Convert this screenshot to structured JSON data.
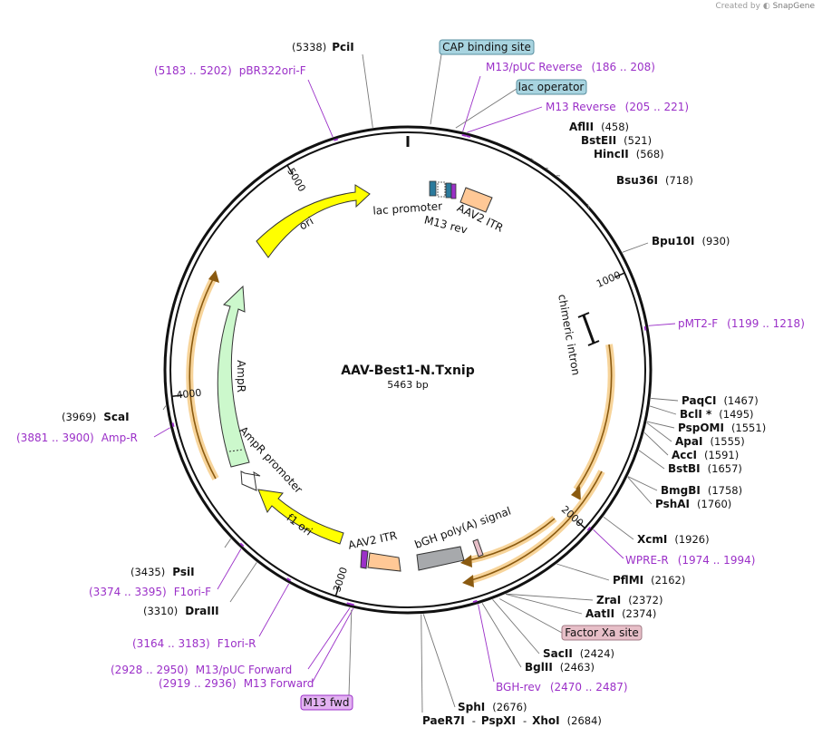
{
  "credit": {
    "prefix": "Created by",
    "brand": "SnapGene"
  },
  "plasmid": {
    "name": "AAV-Best1-N.Txnip",
    "size_label": "5463 bp",
    "length": 5463
  },
  "ticks": [
    {
      "label": "1000",
      "bp": 1000
    },
    {
      "label": "2000",
      "bp": 2000
    },
    {
      "label": "3000",
      "bp": 3000
    },
    {
      "label": "4000",
      "bp": 4000
    },
    {
      "label": "5000",
      "bp": 5000
    }
  ],
  "enzymes": [
    {
      "name": "PciI",
      "pos": "(5338)",
      "side": "left",
      "bp": 5338
    },
    {
      "name": "AflII",
      "pos": "(458)",
      "side": "right",
      "bp": 458
    },
    {
      "name": "BstEII",
      "pos": "(521)",
      "side": "right",
      "bp": 521
    },
    {
      "name": "HincII",
      "pos": "(568)",
      "side": "right",
      "bp": 568
    },
    {
      "name": "Bsu36I",
      "pos": "(718)",
      "side": "right",
      "bp": 718
    },
    {
      "name": "Bpu10I",
      "pos": "(930)",
      "side": "right",
      "bp": 930
    },
    {
      "name": "PaqCI",
      "pos": "(1467)",
      "side": "right",
      "bp": 1467
    },
    {
      "name": "BclI *",
      "pos": "(1495)",
      "side": "right",
      "bp": 1495
    },
    {
      "name": "PspOMI",
      "pos": "(1551)",
      "side": "right",
      "bp": 1551
    },
    {
      "name": "ApaI",
      "pos": "(1555)",
      "side": "right",
      "bp": 1555
    },
    {
      "name": "AccI",
      "pos": "(1591)",
      "side": "right",
      "bp": 1591
    },
    {
      "name": "BstBI",
      "pos": "(1657)",
      "side": "right",
      "bp": 1657
    },
    {
      "name": "BmgBI",
      "pos": "(1758)",
      "side": "right",
      "bp": 1758
    },
    {
      "name": "PshAI",
      "pos": "(1760)",
      "side": "right",
      "bp": 1760
    },
    {
      "name": "XcmI",
      "pos": "(1926)",
      "side": "right",
      "bp": 1926
    },
    {
      "name": "PflMI",
      "pos": "(2162)",
      "side": "right",
      "bp": 2162
    },
    {
      "name": "ZraI",
      "pos": "(2372)",
      "side": "right",
      "bp": 2372
    },
    {
      "name": "AatII",
      "pos": "(2374)",
      "side": "right",
      "bp": 2374
    },
    {
      "name": "SacII",
      "pos": "(2424)",
      "side": "right",
      "bp": 2424
    },
    {
      "name": "BglII",
      "pos": "(2463)",
      "side": "right",
      "bp": 2463
    },
    {
      "name": "SphI",
      "pos": "(2676)",
      "side": "right",
      "bp": 2676
    },
    {
      "name": "PsiI",
      "pos": "(3435)",
      "side": "left",
      "bp": 3435
    },
    {
      "name": "DraIII",
      "pos": "(3310)",
      "side": "left",
      "bp": 3310
    },
    {
      "name": "ScaI",
      "pos": "(3969)",
      "side": "left",
      "bp": 3969
    }
  ],
  "multi_site": {
    "names": [
      "PaeR7I",
      "PspXI",
      "XhoI"
    ],
    "separator": "-",
    "pos": "(2684)",
    "bp": 2684
  },
  "primers": [
    {
      "name": "pBR322ori-F",
      "range": "(5183 .. 5202)",
      "side": "left",
      "bp": 5192
    },
    {
      "name": "M13/pUC Reverse",
      "range": "(186 .. 208)",
      "side": "right",
      "bp": 197
    },
    {
      "name": "M13 Reverse",
      "range": "(205 .. 221)",
      "side": "right",
      "bp": 213
    },
    {
      "name": "pMT2-F",
      "range": "(1199 .. 1218)",
      "side": "right",
      "bp": 1208
    },
    {
      "name": "WPRE-R",
      "range": "(1974 .. 1994)",
      "side": "right",
      "bp": 1984
    },
    {
      "name": "BGH-rev",
      "range": "(2470 .. 2487)",
      "side": "right",
      "bp": 2478
    },
    {
      "name": "M13/pUC Forward",
      "range": "(2928 .. 2950)",
      "side": "left",
      "bp": 2939
    },
    {
      "name": "M13 Forward",
      "range": "(2919 .. 2936)",
      "side": "left",
      "bp": 2927
    },
    {
      "name": "F1ori-R",
      "range": "(3164 .. 3183)",
      "side": "left",
      "bp": 3173
    },
    {
      "name": "F1ori-F",
      "range": "(3374 .. 3395)",
      "side": "left",
      "bp": 3384
    },
    {
      "name": "Amp-R",
      "range": "(3881 .. 3900)",
      "side": "left",
      "bp": 3890
    }
  ],
  "boxed": [
    {
      "name": "CAP binding site",
      "color": "#a8d4e0",
      "stroke": "#5a8fa0"
    },
    {
      "name": "lac operator",
      "color": "#a8d4e0",
      "stroke": "#5a8fa0"
    },
    {
      "name": "Factor Xa site",
      "color": "#e7bfc8",
      "stroke": "#a07a84"
    },
    {
      "name": "M13 fwd",
      "color": "#e3b2f2",
      "stroke": "#9b30c8"
    }
  ],
  "features": [
    {
      "name": "ori",
      "color": "#ffff00"
    },
    {
      "name": "AmpR",
      "color": "#ccf8cc"
    },
    {
      "name": "AmpR promoter",
      "color": "#ffffff"
    },
    {
      "name": "f1 ori",
      "color": "#ffff00"
    },
    {
      "name": "AAV2 ITR",
      "color": "#ffc896"
    },
    {
      "name": "AAV2 ITR",
      "color": "#ffc896"
    },
    {
      "name": "lac promoter",
      "color": "#ffffff"
    },
    {
      "name": "M13 rev",
      "color": "#9b30c8"
    },
    {
      "name": "chimeric intron",
      "color": "#111111"
    },
    {
      "name": "bGH poly(A) signal",
      "color": "#a7a9ac"
    }
  ],
  "colors": {
    "primer": "#9b30c8",
    "orf_highlight": "#f7d49a",
    "orf_arrow": "#c88a1a",
    "backbone": "#111111"
  }
}
